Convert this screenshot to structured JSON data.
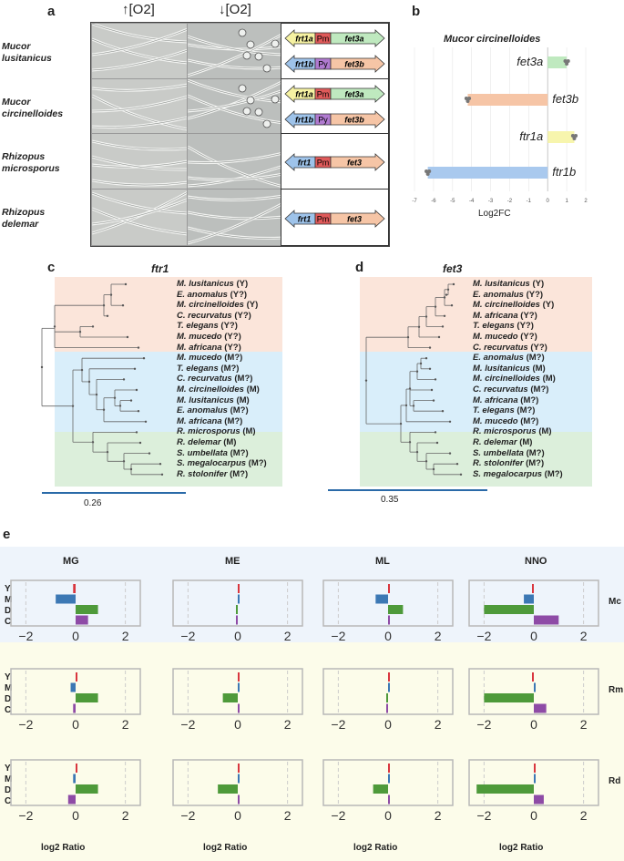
{
  "panel_a": {
    "label": "a",
    "oxygen_high": "[O2]",
    "oxygen_low": "[O2]",
    "species": [
      "Mucor lusitanicus",
      "Mucor circinelloides",
      "Rhizopus microsporus",
      "Rhizopus delemar"
    ],
    "species_lines": [
      [
        "Mucor",
        "lusitanicus"
      ],
      [
        "Mucor",
        "circinelloides"
      ],
      [
        "Rhizopus",
        "microsporus"
      ],
      [
        "Rhizopus",
        "delemar"
      ]
    ],
    "gene_rows": [
      [
        {
          "left_gene": "frt1a",
          "promoter": "Pm",
          "right_gene": "fet3a",
          "left_color": "#f6f2a2",
          "promoter_color": "#e05a5a",
          "right_color": "#bfe9bf"
        },
        {
          "left_gene": "frt1b",
          "promoter": "Py",
          "right_gene": "fet3b",
          "left_color": "#9ec3ea",
          "promoter_color": "#b07ad0",
          "right_color": "#f6c5a6"
        }
      ],
      [
        {
          "left_gene": "frt1a",
          "promoter": "Pm",
          "right_gene": "fet3a",
          "left_color": "#f6f2a2",
          "promoter_color": "#e05a5a",
          "right_color": "#bfe9bf"
        },
        {
          "left_gene": "frt1b",
          "promoter": "Py",
          "right_gene": "fet3b",
          "left_color": "#9ec3ea",
          "promoter_color": "#b07ad0",
          "right_color": "#f6c5a6"
        }
      ],
      [
        {
          "left_gene": "frt1",
          "promoter": "Pm",
          "right_gene": "fet3",
          "left_color": "#9ec3ea",
          "promoter_color": "#e05a5a",
          "right_color": "#f6c5a6"
        }
      ],
      [
        {
          "left_gene": "frt1",
          "promoter": "Pm",
          "right_gene": "fet3",
          "left_color": "#9ec3ea",
          "promoter_color": "#e05a5a",
          "right_color": "#f6c5a6"
        }
      ]
    ]
  },
  "panel_b": {
    "label": "b",
    "chart_data": {
      "type": "bar",
      "title": "Mucor circinelloides",
      "xlabel": "Log2FC",
      "categories": [
        "fet3a",
        "fet3b",
        "ftr1a",
        "ftr1b"
      ],
      "values": [
        1.0,
        -4.2,
        1.4,
        -6.3
      ],
      "colors": [
        "#bfe9bf",
        "#f6c5a6",
        "#f7f5ad",
        "#a9c9ee"
      ],
      "xlim": [
        -7,
        2
      ],
      "xticks": [
        "-7",
        "-6",
        "-5",
        "-4",
        "-3",
        "-2",
        "-1",
        "0",
        "1",
        "2"
      ]
    }
  },
  "panel_c": {
    "label": "c",
    "title": "ftr1",
    "scale": "0.26",
    "leaves": [
      {
        "name": "M. lusitanicus",
        "tag": "(Y)"
      },
      {
        "name": "E. anomalus",
        "tag": "(Y?)"
      },
      {
        "name": "M. circinelloides",
        "tag": "(Y)"
      },
      {
        "name": "C. recurvatus",
        "tag": "(Y?)"
      },
      {
        "name": "T. elegans",
        "tag": "(Y?)"
      },
      {
        "name": "M. mucedo",
        "tag": "(Y?)"
      },
      {
        "name": "M. africana",
        "tag": "(Y?)"
      },
      {
        "name": "M. mucedo",
        "tag": "(M?)"
      },
      {
        "name": "T. elegans",
        "tag": "(M?)"
      },
      {
        "name": "C. recurvatus",
        "tag": "(M?)"
      },
      {
        "name": "M. circinelloides",
        "tag": "(M)"
      },
      {
        "name": "M. lusitanicus",
        "tag": "(M)"
      },
      {
        "name": "E. anomalus",
        "tag": "(M?)"
      },
      {
        "name": "M. africana",
        "tag": "(M?)"
      },
      {
        "name": "R. microsporus",
        "tag": "(M)"
      },
      {
        "name": "R. delemar",
        "tag": "(M)"
      },
      {
        "name": "S. umbellata",
        "tag": "(M?)"
      },
      {
        "name": "S. megalocarpus",
        "tag": "(M?)"
      },
      {
        "name": "R. stolonifer",
        "tag": "(M?)"
      }
    ]
  },
  "panel_d": {
    "label": "d",
    "title": "fet3",
    "scale": "0.35",
    "leaves": [
      {
        "name": "M. lusitanicus",
        "tag": "(Y)"
      },
      {
        "name": "E. anomalus",
        "tag": "(Y?)"
      },
      {
        "name": "M. circinelloides",
        "tag": "(Y)"
      },
      {
        "name": "M. africana",
        "tag": "(Y?)"
      },
      {
        "name": "T. elegans",
        "tag": "(Y?)"
      },
      {
        "name": "M. mucedo",
        "tag": "(Y?)"
      },
      {
        "name": "C. recurvatus",
        "tag": "(Y?)"
      },
      {
        "name": "E. anomalus",
        "tag": "(M?)"
      },
      {
        "name": "M. lusitanicus",
        "tag": "(M)"
      },
      {
        "name": "M. circinelloides",
        "tag": "(M)"
      },
      {
        "name": "C. recurvatus",
        "tag": "(M?)"
      },
      {
        "name": "M. africana",
        "tag": "(M?)"
      },
      {
        "name": "T. elegans",
        "tag": "(M?)"
      },
      {
        "name": "M. mucedo",
        "tag": "(M?)"
      },
      {
        "name": "R. microsporus",
        "tag": "(M)"
      },
      {
        "name": "R. delemar",
        "tag": "(M)"
      },
      {
        "name": "S. umbellata",
        "tag": "(M?)"
      },
      {
        "name": "R. stolonifer",
        "tag": "(M?)"
      },
      {
        "name": "S. megalocarpus",
        "tag": "(M?)"
      }
    ]
  },
  "panel_e": {
    "label": "e",
    "chart_data": {
      "type": "bar",
      "columns": [
        "MG",
        "ME",
        "ML",
        "NNO"
      ],
      "rows": [
        "Mc",
        "Rm",
        "Rd"
      ],
      "categories": [
        "Y",
        "M",
        "D",
        "C"
      ],
      "category_colors": [
        "#d9363e",
        "#3c78b4",
        "#4e9a3a",
        "#8e4ba6"
      ],
      "xlabel": "log2 Ratio",
      "xlim": [
        -2.6,
        2.6
      ],
      "xticks": [
        "−2",
        "0",
        "2"
      ],
      "values": {
        "Mc": {
          "MG": [
            -0.1,
            -0.8,
            0.9,
            0.5
          ],
          "ME": [
            0,
            0.05,
            -0.05,
            -0.05
          ],
          "ML": [
            0,
            -0.5,
            0.6,
            0
          ],
          "NNO": [
            -0.05,
            -0.4,
            -2.0,
            1.0
          ]
        },
        "Rm": {
          "MG": [
            0,
            -0.2,
            0.9,
            -0.1
          ],
          "ME": [
            0,
            0.05,
            -0.6,
            0
          ],
          "ML": [
            0,
            0.05,
            -0.05,
            -0.02
          ],
          "NNO": [
            -0.02,
            0,
            -2.0,
            0.5
          ]
        },
        "Rd": {
          "MG": [
            0,
            -0.1,
            0.9,
            -0.3
          ],
          "ME": [
            0,
            0,
            -0.8,
            0
          ],
          "ML": [
            0,
            0.05,
            -0.6,
            0
          ],
          "NNO": [
            0,
            0,
            -2.3,
            0.4
          ]
        }
      }
    }
  }
}
